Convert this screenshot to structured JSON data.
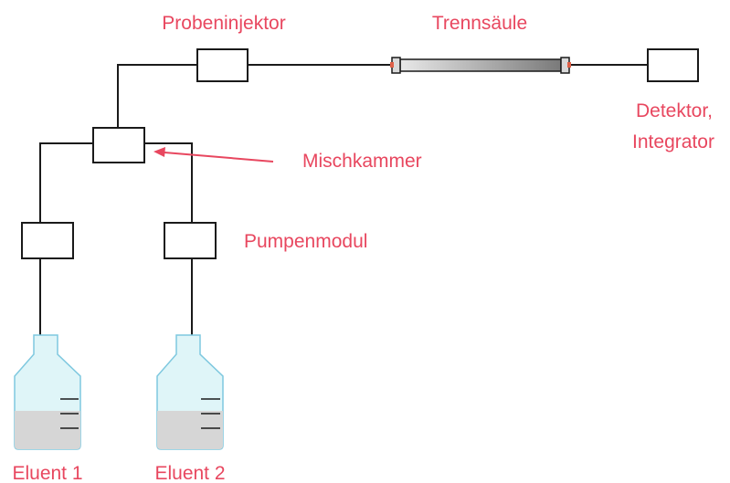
{
  "labels": {
    "injector": "Probeninjektor",
    "column": "Trennsäule",
    "detector_line1": "Detektor,",
    "detector_line2": "Integrator",
    "mixer": "Mischkammer",
    "pump": "Pumpenmodul",
    "eluent1": "Eluent 1",
    "eluent2": "Eluent 2"
  },
  "colors": {
    "label": "#e8475f",
    "line": "#1a1a1a",
    "bottle_fill": "#dff5f8",
    "bottle_outline": "#7ec8df",
    "liquid": "#d6d6d6",
    "column_end": "#e06048"
  }
}
